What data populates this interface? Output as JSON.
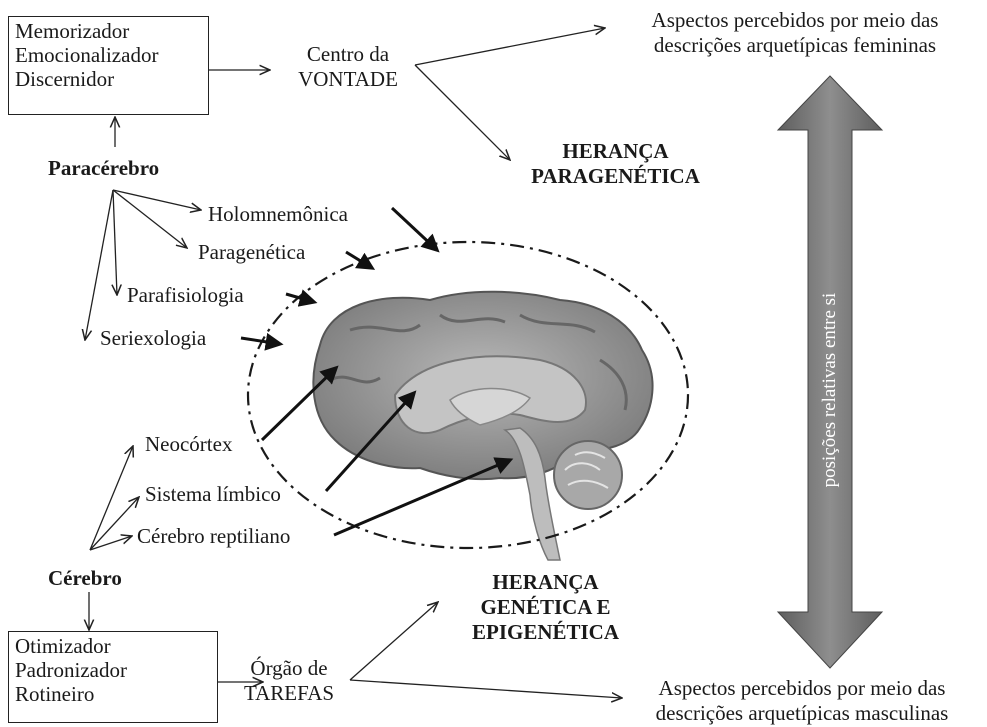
{
  "top_box": {
    "lines": [
      "Memorizador",
      "Emocionalizador",
      "Discernidor"
    ]
  },
  "bottom_box": {
    "lines": [
      "Otimizador",
      "Padronizador",
      "Rotineiro"
    ]
  },
  "centro_vontade": [
    "Centro da",
    "VONTADE"
  ],
  "orgao_tarefas": [
    "Órgão de",
    "TAREFAS"
  ],
  "feminine_aspects": [
    "Aspectos percebidos por meio das",
    "descrições arquetípicas femininas"
  ],
  "masculine_aspects": [
    "Aspectos percebidos por meio das",
    "descrições arquetípicas masculinas"
  ],
  "heranca_paragenetica": [
    "HERANÇA",
    "PARAGENÉTICA"
  ],
  "heranca_genetica": [
    "HERANÇA",
    "GENÉTICA E",
    "EPIGENÉTICA"
  ],
  "paracerebro": {
    "title": "Paracérebro",
    "items": [
      "Holomnemônica",
      "Paragenética",
      "Parafisiologia",
      "Seriexologia"
    ]
  },
  "cerebro": {
    "title": "Cérebro",
    "items": [
      "Neocórtex",
      "Sistema límbico",
      "Cérebro reptiliano"
    ]
  },
  "vertical_arrow_label": "posições relativas entre si",
  "colors": {
    "arrow_fill": "#7a7a7a",
    "brain_fill": "#9a9a9a",
    "text": "#1a1a1a"
  }
}
